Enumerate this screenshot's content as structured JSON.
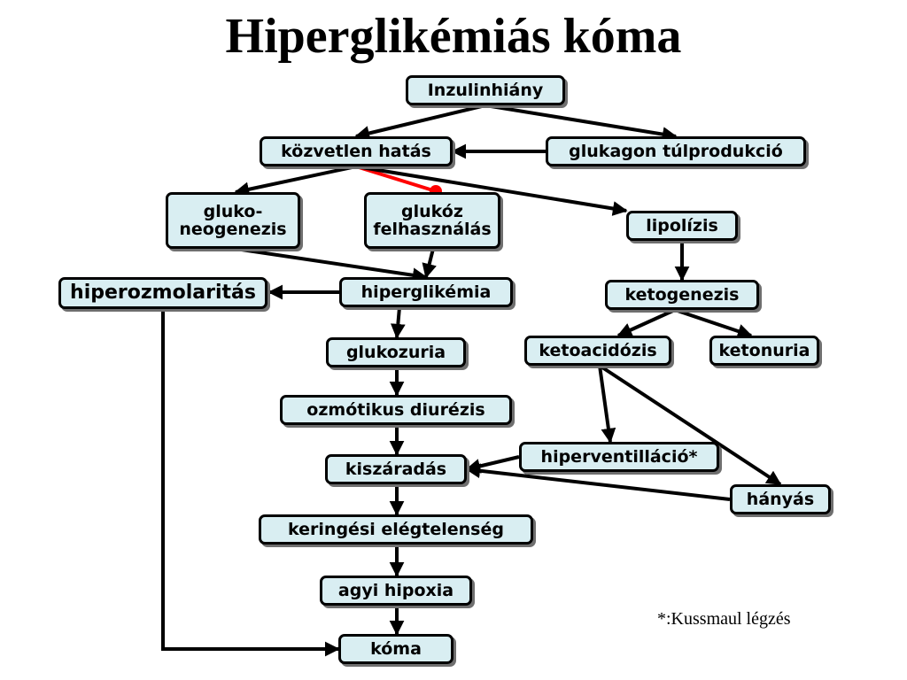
{
  "title": "Hiperglikémiás kóma",
  "footnote": "*:Kussmaul légzés",
  "nodes": {
    "inzulinhiany": "Inzulinhiány",
    "kozvetlen": "közvetlen hatás",
    "glukagon": "glukagon túlprodukció",
    "glukoneo": "gluko-\nneogenezis",
    "glukozfel": "glukóz\nfelhasználás",
    "lipolizis": "lipolízis",
    "hiperozmol": "hiperozmolaritás",
    "hiperglik": "hiperglikémia",
    "ketogenezis": "ketogenezis",
    "glukozuria": "glukozuria",
    "ketoacid": "ketoacidózis",
    "ketonuria": "ketonuria",
    "ozmotikus": "ozmótikus diurézis",
    "hipervent": "hiperventilláció*",
    "kiszaradas": "kiszáradás",
    "hanyas": "hányás",
    "keringesi": "keringési elégtelenség",
    "agyi": "agyi hipoxia",
    "koma": "kóma"
  },
  "edges": [
    {
      "from": "inzulinhiany",
      "to": "kozvetlen",
      "kind": "arrow"
    },
    {
      "from": "inzulinhiany",
      "to": "glukagon",
      "kind": "arrow"
    },
    {
      "from": "glukagon",
      "to": "kozvetlen",
      "kind": "arrow"
    },
    {
      "from": "kozvetlen",
      "to": "glukoneo",
      "kind": "arrow"
    },
    {
      "from": "kozvetlen",
      "to": "glukozfel",
      "kind": "inhibit"
    },
    {
      "from": "kozvetlen",
      "to": "lipolizis",
      "kind": "arrow"
    },
    {
      "from": "glukoneo",
      "to": "hiperglik",
      "kind": "arrow"
    },
    {
      "from": "glukozfel",
      "to": "hiperglik",
      "kind": "arrow"
    },
    {
      "from": "hiperglik",
      "to": "hiperozmol",
      "kind": "arrow"
    },
    {
      "from": "hiperglik",
      "to": "glukozuria",
      "kind": "arrow"
    },
    {
      "from": "glukozuria",
      "to": "ozmotikus",
      "kind": "arrow"
    },
    {
      "from": "ozmotikus",
      "to": "kiszaradas",
      "kind": "arrow"
    },
    {
      "from": "kiszaradas",
      "to": "keringesi",
      "kind": "arrow"
    },
    {
      "from": "keringesi",
      "to": "agyi",
      "kind": "arrow"
    },
    {
      "from": "agyi",
      "to": "koma",
      "kind": "arrow"
    },
    {
      "from": "hiperozmol",
      "to": "koma",
      "kind": "arrow"
    },
    {
      "from": "lipolizis",
      "to": "ketogenezis",
      "kind": "arrow"
    },
    {
      "from": "ketogenezis",
      "to": "ketoacid",
      "kind": "arrow"
    },
    {
      "from": "ketogenezis",
      "to": "ketonuria",
      "kind": "arrow"
    },
    {
      "from": "ketoacid",
      "to": "hipervent",
      "kind": "arrow"
    },
    {
      "from": "ketoacid",
      "to": "hanyas",
      "kind": "arrow"
    },
    {
      "from": "hipervent",
      "to": "kiszaradas",
      "kind": "arrow"
    },
    {
      "from": "hanyas",
      "to": "kiszaradas",
      "kind": "arrow"
    }
  ],
  "colors": {
    "node_fill": "#d9eef2",
    "node_border": "#000000",
    "arrow": "#000000",
    "inhibit": "#ff0000"
  }
}
